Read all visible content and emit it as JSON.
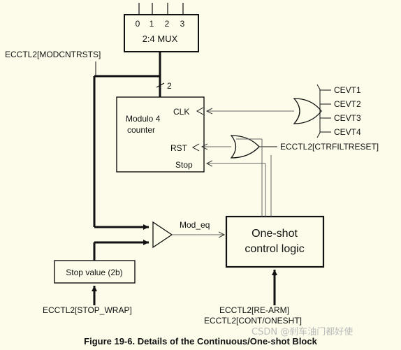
{
  "mux": {
    "inputs": [
      "0",
      "1",
      "2",
      "3"
    ],
    "title": "2:4 MUX"
  },
  "counter": {
    "title_line1": "Modulo 4",
    "title_line2": "counter",
    "port_clk": "CLK",
    "port_rst": "RST",
    "port_stop": "Stop"
  },
  "oneshot": {
    "line1": "One-shot",
    "line2": "control logic"
  },
  "stop_value": {
    "label": "Stop value (2b)"
  },
  "signals": {
    "modcntrsts": "ECCTL2[MODCNTRSTS]",
    "bus_width": "2",
    "cevt": [
      "CEVT1",
      "CEVT2",
      "CEVT3",
      "CEVT4"
    ],
    "ctrfiltreset": "ECCTL2[CTRFILTRESET]",
    "mod_eq": "Mod_eq",
    "stop_wrap": "ECCTL2[STOP_WRAP]",
    "re_arm": "ECCTL2[RE-ARM]",
    "cont_oneshot": "ECCTL2[CONT/ONESHT]"
  },
  "caption": "Figure 19-6. Details of the Continuous/One-shot Block",
  "watermark": "CSDN @刹车油门都好使",
  "colors": {
    "background": "#fdfcea",
    "line": "#111111",
    "thin_line": "#777777"
  }
}
